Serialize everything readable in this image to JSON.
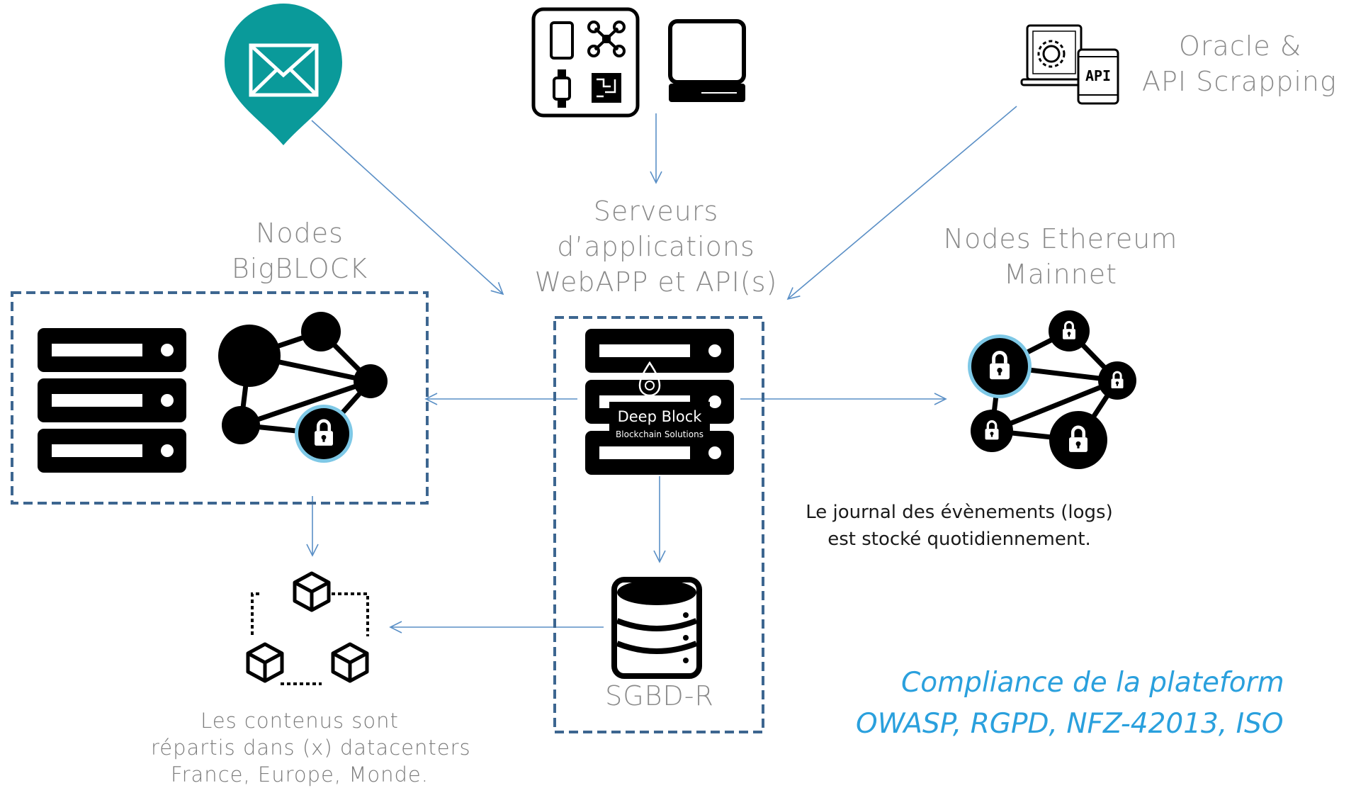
{
  "labels": {
    "oracle_line1": "Oracle &",
    "oracle_line2": "API Scrapping",
    "servers_line1": "Serveurs",
    "servers_line2": "d’applications",
    "servers_line3": "WebAPP et API(s)",
    "bigblock_line1": "Nodes",
    "bigblock_line2": "BigBLOCK",
    "ethereum_line1": "Nodes Ethereum",
    "ethereum_line2": "Mainnet",
    "sgbd": "SGBD-R",
    "logs_line1": "Le journal des évènements (logs)",
    "logs_line2": "est stocké quotidiennement.",
    "content_line1": "Les contenus sont",
    "content_line2": "répartis dans (x) datacenters",
    "content_line3": "France, Europe, Monde.",
    "brand_name": "Deep Block",
    "brand_tagline": "Blockchain Solutions",
    "api_tag": "API"
  },
  "compliance": {
    "line1": "Compliance de la plateform",
    "line2": "OWASP, RGPD, NFZ-42013, ISO"
  },
  "colors": {
    "teal": "#0a9a9a",
    "arrow": "#5a8fc6",
    "dashed_box": "#3d6690",
    "icon": "#000000",
    "label": "#8a8a8a",
    "compliance": "#2aa0dd",
    "lock_ring": "#7ec8e6"
  },
  "icons": [
    "mail-pin-icon",
    "devices-icon",
    "monitor-icon",
    "api-settings-icon",
    "server-stack-icon",
    "network-lock-icon",
    "database-icon",
    "distributed-cubes-icon"
  ]
}
